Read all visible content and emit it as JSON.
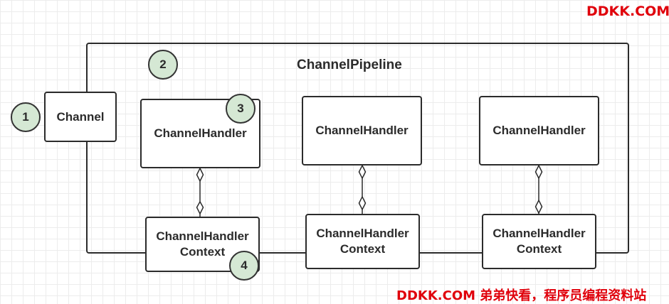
{
  "watermark_top": "DDKK.COM",
  "watermark_bottom": "DDKK.COM 弟弟快看，程序员编程资料站",
  "pipeline_label": "ChannelPipeline",
  "channel_label": "Channel",
  "handlers": [
    {
      "label": "ChannelHandler"
    },
    {
      "label": "ChannelHandler"
    },
    {
      "label": "ChannelHandler"
    }
  ],
  "contexts": [
    {
      "line1": "ChannelHandler",
      "line2": "Context"
    },
    {
      "line1": "ChannelHandler",
      "line2": "Context"
    },
    {
      "line1": "ChannelHandler",
      "line2": "Context"
    }
  ],
  "badges": [
    "1",
    "2",
    "3",
    "4"
  ],
  "colors": {
    "badge_fill": "#d5e8d4",
    "stroke": "#2b2b2b",
    "watermark": "#e0000b"
  }
}
